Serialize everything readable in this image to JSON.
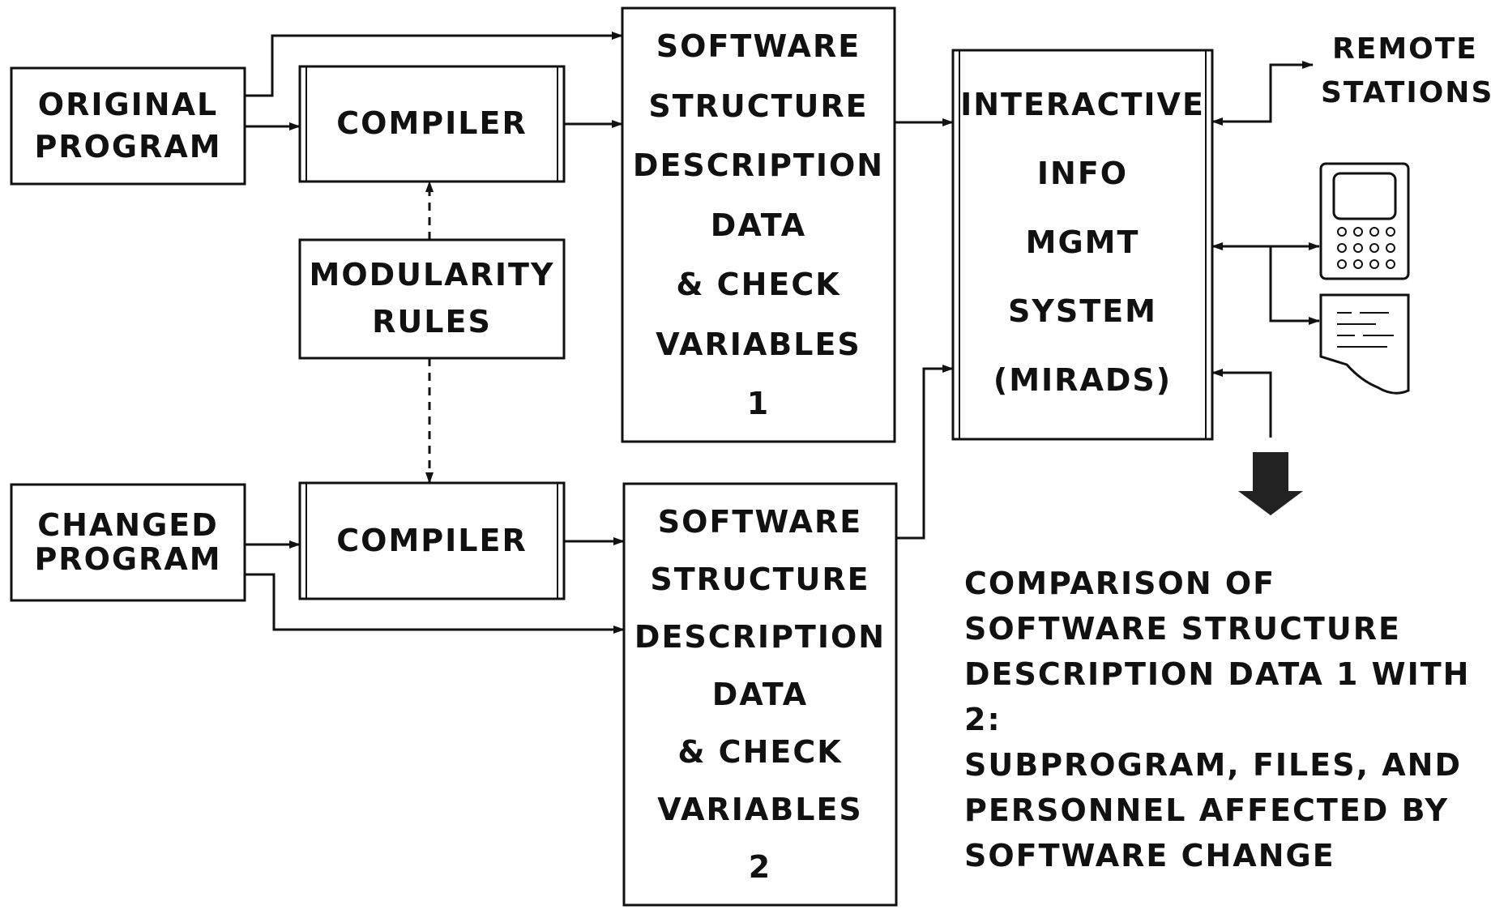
{
  "original_program": {
    "line1": "ORIGINAL",
    "line2": "PROGRAM"
  },
  "changed_program": {
    "line1": "CHANGED",
    "line2": "PROGRAM"
  },
  "compiler_top": {
    "label": "COMPILER"
  },
  "compiler_bottom": {
    "label": "COMPILER"
  },
  "modularity_rules": {
    "line1": "MODULARITY",
    "line2": "RULES"
  },
  "ssd_1": {
    "lines": [
      "SOFTWARE",
      "STRUCTURE",
      "DESCRIPTION",
      "DATA",
      "& CHECK",
      "VARIABLES",
      "1"
    ]
  },
  "ssd_2": {
    "lines": [
      "SOFTWARE",
      "STRUCTURE",
      "DESCRIPTION",
      "DATA",
      "& CHECK",
      "VARIABLES",
      "2"
    ]
  },
  "mirads": {
    "lines": [
      "INTERACTIVE",
      "INFO",
      "MGMT",
      "SYSTEM",
      "(MIRADS)"
    ]
  },
  "remote_stations": {
    "line1": "REMOTE",
    "line2": "STATIONS"
  },
  "comparison": {
    "lines": [
      "COMPARISON OF",
      "SOFTWARE STRUCTURE",
      "DESCRIPTION DATA 1 WITH 2:",
      "SUBPROGRAM, FILES, AND",
      "PERSONNEL AFFECTED BY",
      "SOFTWARE CHANGE"
    ]
  },
  "icons": {
    "terminal": "terminal-icon",
    "printout": "printout-document-icon",
    "output_arrow": "output-down-arrow-icon"
  },
  "colors": {
    "ink": "#111111",
    "background": "#ffffff"
  }
}
